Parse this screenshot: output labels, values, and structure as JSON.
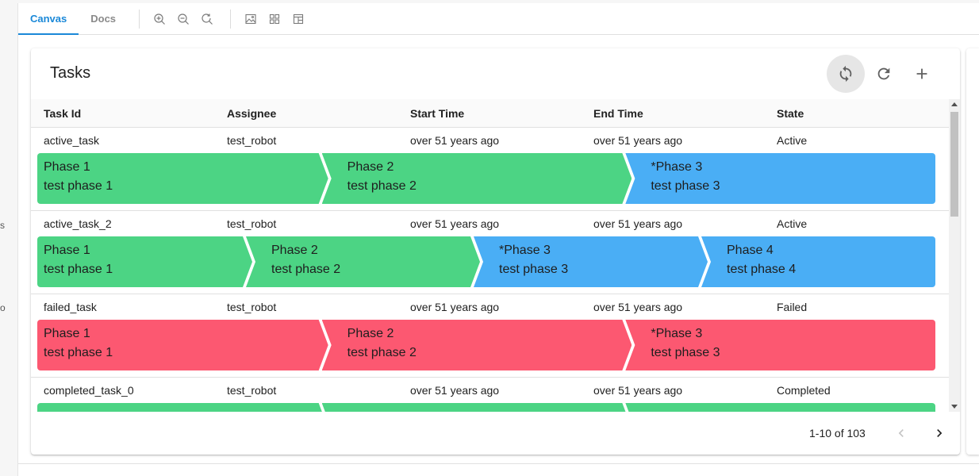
{
  "left_strip": {
    "fragments": [
      "s",
      "o"
    ]
  },
  "tabs": [
    {
      "label": "Canvas",
      "active": true
    },
    {
      "label": "Docs",
      "active": false
    }
  ],
  "toolbar_icons": [
    "zoom-in-icon",
    "zoom-out-icon",
    "zoom-reset-icon",
    "image-icon",
    "grid-icon",
    "layout-icon"
  ],
  "card": {
    "title": "Tasks",
    "header_buttons": [
      "sync-icon",
      "refresh-icon",
      "add-icon"
    ]
  },
  "table": {
    "columns": [
      "Task Id",
      "Assignee",
      "Start Time",
      "End Time",
      "State"
    ],
    "rows": [
      {
        "task_id": "active_task",
        "assignee": "test_robot",
        "start_time": "over 51 years ago",
        "end_time": "over 51 years ago",
        "state": "Active",
        "phases": [
          {
            "name": "Phase 1",
            "desc": "test phase 1",
            "status": "done"
          },
          {
            "name": "Phase 2",
            "desc": "test phase 2",
            "status": "done"
          },
          {
            "name": "*Phase 3",
            "desc": "test phase 3",
            "status": "active"
          }
        ]
      },
      {
        "task_id": "active_task_2",
        "assignee": "test_robot",
        "start_time": "over 51 years ago",
        "end_time": "over 51 years ago",
        "state": "Active",
        "phases": [
          {
            "name": "Phase 1",
            "desc": "test phase 1",
            "status": "done"
          },
          {
            "name": "Phase 2",
            "desc": "test phase 2",
            "status": "done"
          },
          {
            "name": "*Phase 3",
            "desc": "test phase 3",
            "status": "active"
          },
          {
            "name": "Phase 4",
            "desc": "test phase 4",
            "status": "active"
          }
        ]
      },
      {
        "task_id": "failed_task",
        "assignee": "test_robot",
        "start_time": "over 51 years ago",
        "end_time": "over 51 years ago",
        "state": "Failed",
        "phases": [
          {
            "name": "Phase 1",
            "desc": "test phase 1",
            "status": "failed"
          },
          {
            "name": "Phase 2",
            "desc": "test phase 2",
            "status": "failed"
          },
          {
            "name": "*Phase 3",
            "desc": "test phase 3",
            "status": "failed"
          }
        ]
      },
      {
        "task_id": "completed_task_0",
        "assignee": "test_robot",
        "start_time": "over 51 years ago",
        "end_time": "over 51 years ago",
        "state": "Completed",
        "phases": [
          {
            "name": "",
            "desc": "",
            "status": "done"
          },
          {
            "name": "",
            "desc": "",
            "status": "done"
          },
          {
            "name": "",
            "desc": "",
            "status": "done"
          }
        ]
      }
    ]
  },
  "pagination": {
    "range": "1-10 of 103",
    "prev_icon": "chevron-left-icon",
    "next_icon": "chevron-right-icon"
  },
  "colors": {
    "accent": "#1a88d8",
    "done": "#4cd484",
    "active": "#4aaef5",
    "failed": "#fc5871"
  }
}
